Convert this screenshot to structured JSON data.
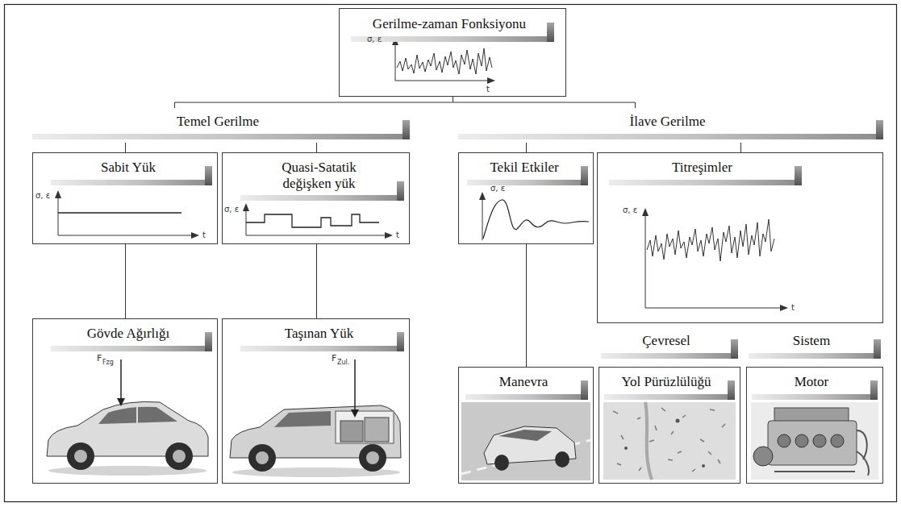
{
  "diagram": {
    "nodes": [
      {
        "text": [
          "Gerilme-zaman Fonksiyonu"
        ]
      },
      {
        "text": [
          "Temel Gerilme"
        ]
      },
      {
        "text": [
          "İlave Gerilme"
        ]
      },
      {
        "text": [
          "Sabit Yük"
        ]
      },
      {
        "text": [
          "Quasi-Satatik değişken yük"
        ]
      },
      {
        "text": [
          "Tekil Etkiler"
        ]
      },
      {
        "text": [
          "Titreşimler"
        ]
      },
      {
        "text": [
          "Gövde Ağırlığı"
        ]
      },
      {
        "text": [
          "Taşınan Yük"
        ]
      },
      {
        "text": [
          "Manevra"
        ]
      },
      {
        "text": [
          "Çevresel",
          "Yol Pürüzlülüğü"
        ]
      },
      {
        "text": [
          "Sistem",
          "Motor"
        ]
      }
    ],
    "edges": [
      {
        "from": 0,
        "to": 1,
        "arrow": "none"
      },
      {
        "from": 0,
        "to": 2,
        "arrow": "none"
      },
      {
        "from": 1,
        "to": 3,
        "arrow": "none"
      },
      {
        "from": 1,
        "to": 4,
        "arrow": "none"
      },
      {
        "from": 2,
        "to": 5,
        "arrow": "none"
      },
      {
        "from": 2,
        "to": 6,
        "arrow": "none"
      },
      {
        "from": 3,
        "to": 7,
        "arrow": "none"
      },
      {
        "from": 4,
        "to": 8,
        "arrow": "none"
      },
      {
        "from": 5,
        "to": 9,
        "arrow": "none"
      }
    ],
    "labels": [
      "σ, ε",
      "t",
      "σ, ε",
      "t",
      "σ, ε",
      "t",
      "σ, ε",
      "σ, ε",
      "t",
      "F",
      "Fzg",
      "F",
      "Zul."
    ]
  }
}
